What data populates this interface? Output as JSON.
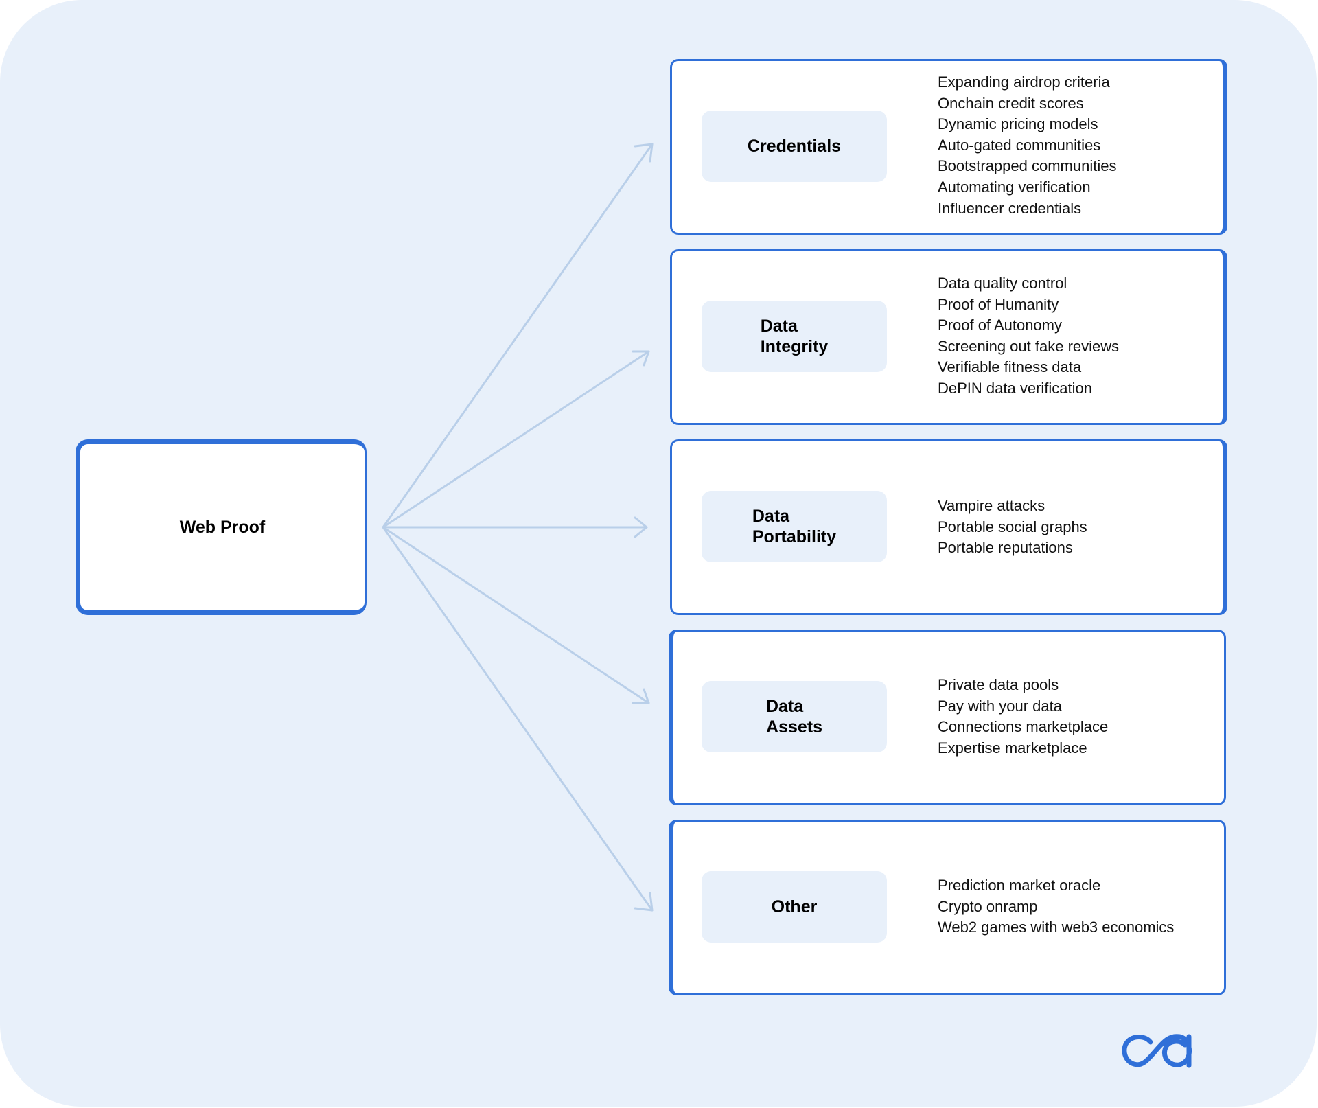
{
  "root": {
    "label": "Web Proof"
  },
  "categories": [
    {
      "label": "Credentials",
      "items": [
        "Expanding airdrop criteria",
        "Onchain credit scores",
        "Dynamic pricing models",
        "Auto-gated communities",
        "Bootstrapped communities",
        "Automating verification",
        "Influencer credentials"
      ]
    },
    {
      "label": "Data\nIntegrity",
      "items": [
        "Data quality control",
        "Proof of Humanity",
        "Proof of Autonomy",
        "Screening out fake reviews",
        "Verifiable fitness data",
        "DePIN data verification"
      ]
    },
    {
      "label": "Data\nPortability",
      "items": [
        "Vampire attacks",
        "Portable social graphs",
        "Portable reputations"
      ]
    },
    {
      "label": "Data\nAssets",
      "items": [
        "Private data pools",
        "Pay with your data",
        "Connections marketplace",
        "Expertise marketplace"
      ]
    },
    {
      "label": "Other",
      "items": [
        "Prediction market oracle",
        "Crypto onramp",
        "Web2 games with web3 economics"
      ]
    }
  ],
  "colors": {
    "panel": "#e8f0fa",
    "border": "#2f6fd8",
    "arrow": "#b9cfe9",
    "logo": "#2f6fd8"
  },
  "logo": {
    "icon": "ca-logo-icon"
  }
}
